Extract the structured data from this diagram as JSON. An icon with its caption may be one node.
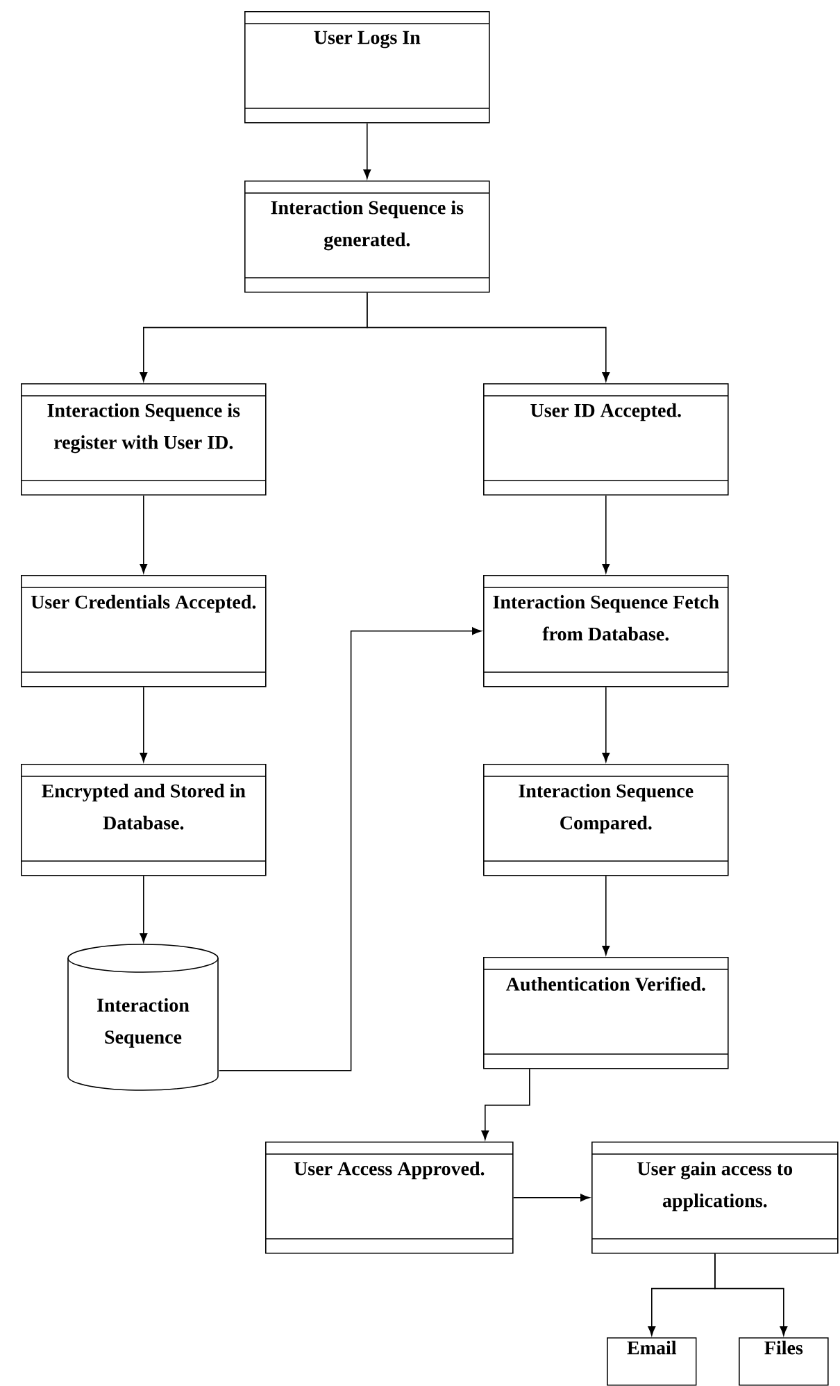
{
  "diagram": {
    "nodes": [
      {
        "text": [
          "User Logs In"
        ]
      },
      {
        "text": [
          "Interaction Sequence is generated."
        ]
      },
      {
        "text": [
          "Interaction Sequence is register with User ID."
        ]
      },
      {
        "text": [
          "User ID Accepted."
        ]
      },
      {
        "text": [
          "User Credentials Accepted."
        ]
      },
      {
        "text": [
          "Interaction Sequence Fetch from Database."
        ]
      },
      {
        "text": [
          "Encrypted and Stored in Database."
        ]
      },
      {
        "text": [
          "Interaction Sequence Compared."
        ]
      },
      {
        "text": [
          "Interaction Sequence"
        ]
      },
      {
        "text": [
          "Authentication Verified."
        ]
      },
      {
        "text": [
          "User Access Approved."
        ]
      },
      {
        "text": [
          "User gain access to applications."
        ]
      },
      {
        "text": [
          "Email"
        ]
      },
      {
        "text": [
          "Files"
        ]
      }
    ],
    "edges": [
      {
        "from": 0,
        "to": 1,
        "arrow": "to"
      },
      {
        "from": 1,
        "to": 2,
        "arrow": "to"
      },
      {
        "from": 1,
        "to": 3,
        "arrow": "to"
      },
      {
        "from": 2,
        "to": 4,
        "arrow": "to"
      },
      {
        "from": 4,
        "to": 6,
        "arrow": "to"
      },
      {
        "from": 6,
        "to": 8,
        "arrow": "to"
      },
      {
        "from": 8,
        "to": 5,
        "arrow": "to"
      },
      {
        "from": 3,
        "to": 5,
        "arrow": "to"
      },
      {
        "from": 5,
        "to": 7,
        "arrow": "to"
      },
      {
        "from": 7,
        "to": 9,
        "arrow": "to"
      },
      {
        "from": 9,
        "to": 10,
        "arrow": "to"
      },
      {
        "from": 10,
        "to": 11,
        "arrow": "to"
      },
      {
        "from": 11,
        "to": 12,
        "arrow": "to"
      },
      {
        "from": 11,
        "to": 13,
        "arrow": "to"
      }
    ]
  }
}
